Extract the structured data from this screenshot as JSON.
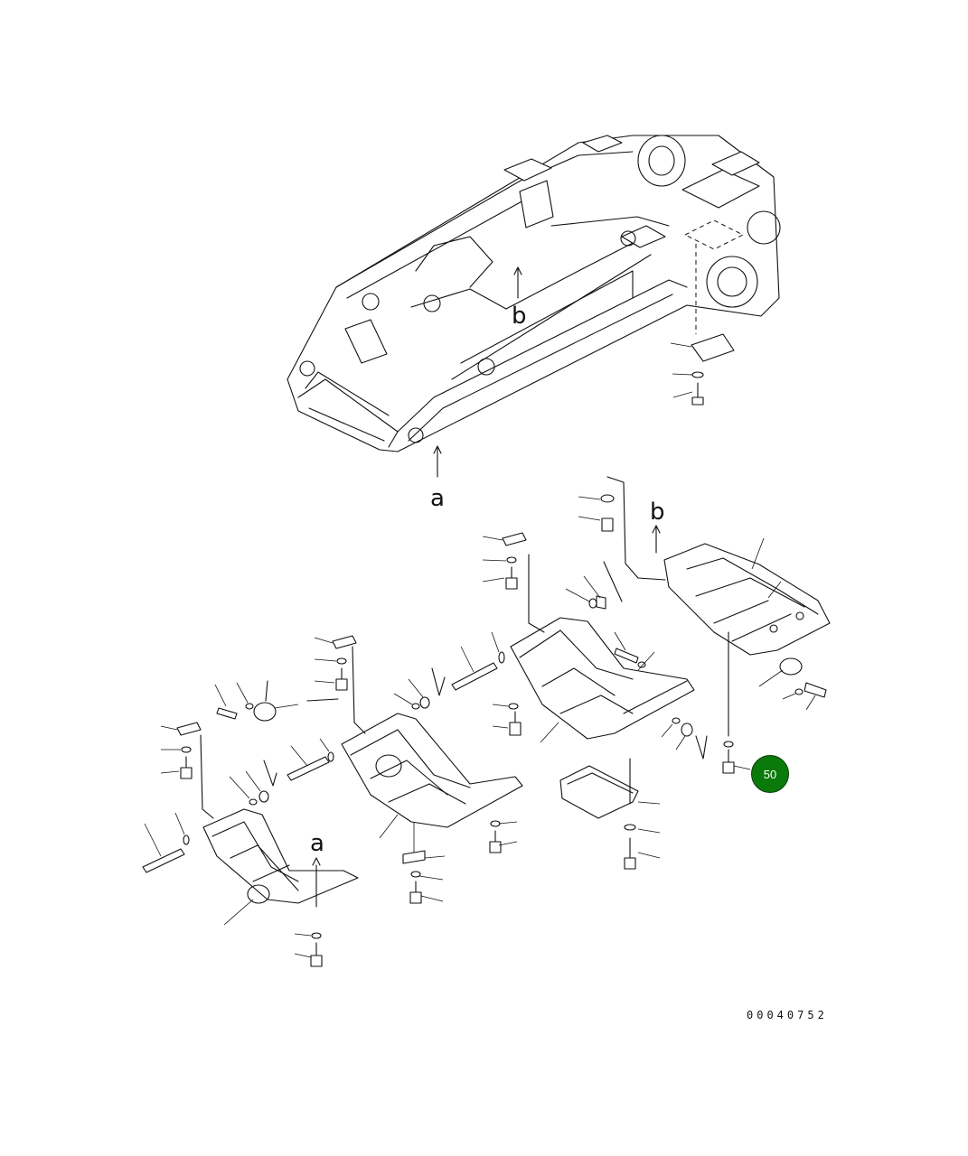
{
  "diagram": {
    "view_labels": {
      "a_top": "a",
      "b_top": "b",
      "a_bottom": "a",
      "b_bottom": "b"
    },
    "callout": {
      "label": "50",
      "color": "#0a7a0a"
    },
    "document_number": "00040752"
  }
}
